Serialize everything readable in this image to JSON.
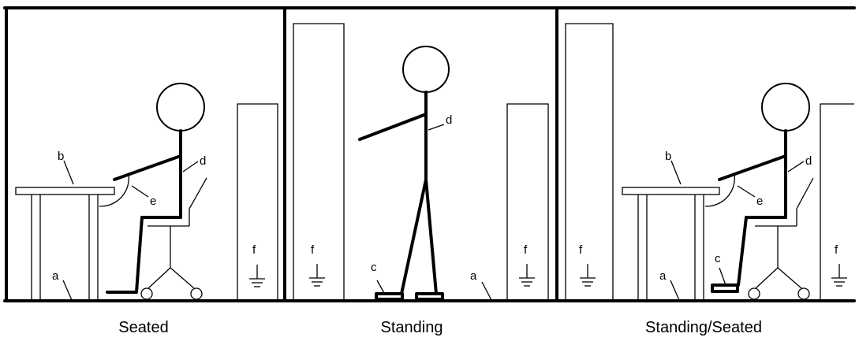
{
  "panels": [
    {
      "caption": "Seated",
      "labels": {
        "a": "a",
        "b": "b",
        "d": "d",
        "e": "e",
        "f": "f"
      }
    },
    {
      "caption": "Standing",
      "labels": {
        "a": "a",
        "c": "c",
        "d": "d",
        "f_left": "f",
        "f_right": "f"
      }
    },
    {
      "caption": "Standing/Seated",
      "labels": {
        "a": "a",
        "b": "b",
        "c": "c",
        "d": "d",
        "e": "e",
        "f_left": "f",
        "f_right": "f"
      }
    }
  ],
  "colors": {
    "stroke": "#000000",
    "background": "#ffffff"
  },
  "icons": [
    "ground-symbol-icon"
  ]
}
